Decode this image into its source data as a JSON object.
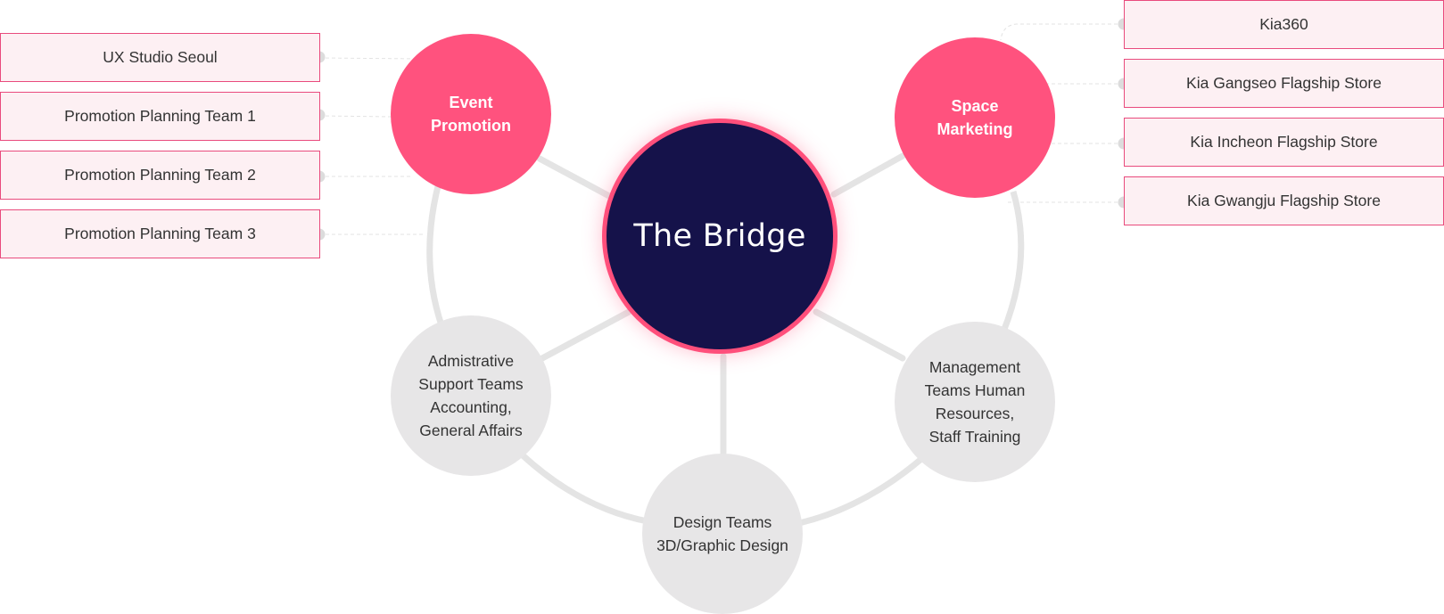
{
  "colors": {
    "accent": "#ff527e",
    "center_fill": "#15124a",
    "center_ring": "#ff4f7b",
    "muted_fill": "#e7e6e7",
    "box_fill": "#fdf0f3",
    "box_border": "#e94b7d",
    "connector": "#e4e4e4",
    "dot": "#dcdcdc"
  },
  "center": {
    "label": "The Bridge"
  },
  "nodes": {
    "event_promotion": "Event\nPromotion",
    "space_marketing": "Space\nMarketing",
    "administrative": "Admistrative\nSupport Teams\nAccounting,\nGeneral Affairs",
    "management": "Management\nTeams Human\nResources,\nStaff Training",
    "design": "Design Teams\n3D/Graphic Design"
  },
  "left_items": [
    "UX Studio Seoul",
    "Promotion Planning Team 1",
    "Promotion Planning Team 2",
    "Promotion Planning Team 3"
  ],
  "right_items": [
    "Kia360",
    "Kia Gangseo Flagship Store",
    "Kia Incheon Flagship Store",
    "Kia Gwangju Flagship Store"
  ]
}
